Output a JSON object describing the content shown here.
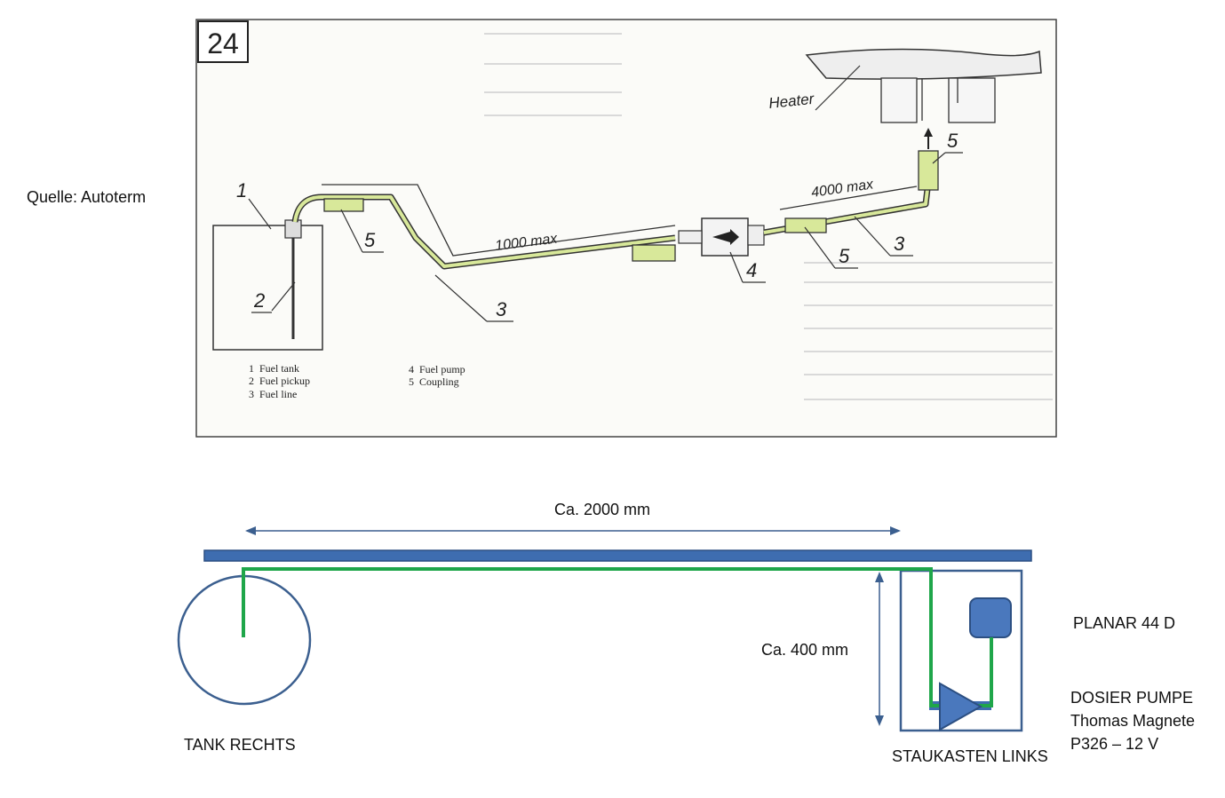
{
  "source_label": "Quelle: Autoterm",
  "figure": {
    "number": "24",
    "heater_label": "Heater",
    "dim_1000": "1000 max",
    "dim_4000": "4000 max",
    "callouts": [
      "1",
      "2",
      "3",
      "3",
      "4",
      "5",
      "5",
      "5"
    ],
    "legend_left": [
      "1  Fuel tank",
      "2  Fuel pickup",
      "3  Fuel line"
    ],
    "legend_right": [
      "4  Fuel pump",
      "5  Coupling"
    ]
  },
  "schematic": {
    "width_dim": "Ca. 2000 mm",
    "height_dim": "Ca. 400 mm",
    "tank_label": "TANK RECHTS",
    "box_label": "STAUKASTEN LINKS",
    "heater_label": "PLANAR 44 D",
    "pump_lines": [
      "DOSIER PUMPE",
      "Thomas Magnete",
      "P326 – 12 V"
    ]
  },
  "colors": {
    "line_green": "#1fa64a",
    "frame_blue": "#3b5f8f",
    "rail_fill": "#3e6db0",
    "fuel_highlight": "#d8e89a"
  }
}
